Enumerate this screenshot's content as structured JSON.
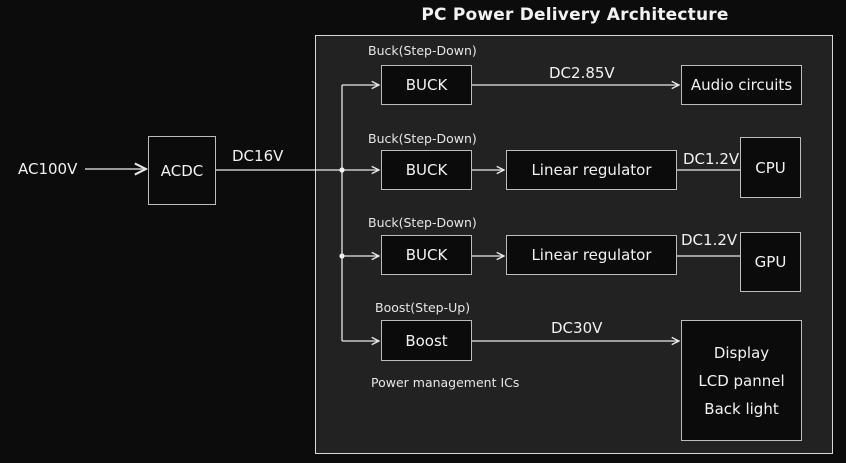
{
  "title": "PC Power Delivery Architecture",
  "input": {
    "label": "AC100V"
  },
  "acdc": {
    "label": "ACDC",
    "output_label": "DC16V"
  },
  "panel": {
    "caption": "Power management ICs"
  },
  "rails": [
    {
      "converter_type": "Buck(Step-Down)",
      "converter": "BUCK",
      "regulator": null,
      "voltage": "DC2.85V",
      "load": [
        "Audio circuits"
      ]
    },
    {
      "converter_type": "Buck(Step-Down)",
      "converter": "BUCK",
      "regulator": "Linear regulator",
      "voltage": "DC1.2V",
      "load": [
        "CPU"
      ]
    },
    {
      "converter_type": "Buck(Step-Down)",
      "converter": "BUCK",
      "regulator": "Linear regulator",
      "voltage": "DC1.2V",
      "load": [
        "GPU"
      ]
    },
    {
      "converter_type": "Boost(Step-Up)",
      "converter": "Boost",
      "regulator": null,
      "voltage": "DC30V",
      "load": [
        "Display",
        "LCD pannel",
        "Back light"
      ]
    }
  ],
  "colors": {
    "background": "#0c0c0c",
    "panel": "#222222",
    "box_fill": "#0b0b0b",
    "box_border": "#bdbdbd",
    "wire": "#e8e8e8"
  }
}
